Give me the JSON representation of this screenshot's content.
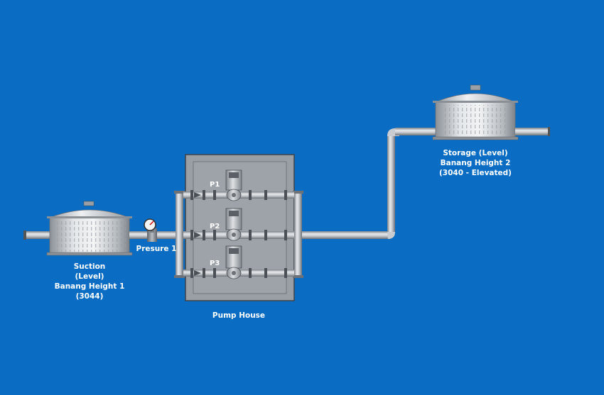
{
  "background_color": "#0a6cc2",
  "suction_tank": {
    "lines": [
      "Suction",
      "(Level)",
      "Banang Height 1",
      "(3044)"
    ]
  },
  "storage_tank": {
    "lines": [
      "Storage (Level)",
      "Banang Height 2",
      "(3040 - Elevated)"
    ]
  },
  "pressure_gauge": {
    "label": "Presure 1"
  },
  "pump_house": {
    "label": "Pump House",
    "pumps": [
      {
        "label": "P1"
      },
      {
        "label": "P2"
      },
      {
        "label": "P3"
      }
    ]
  }
}
